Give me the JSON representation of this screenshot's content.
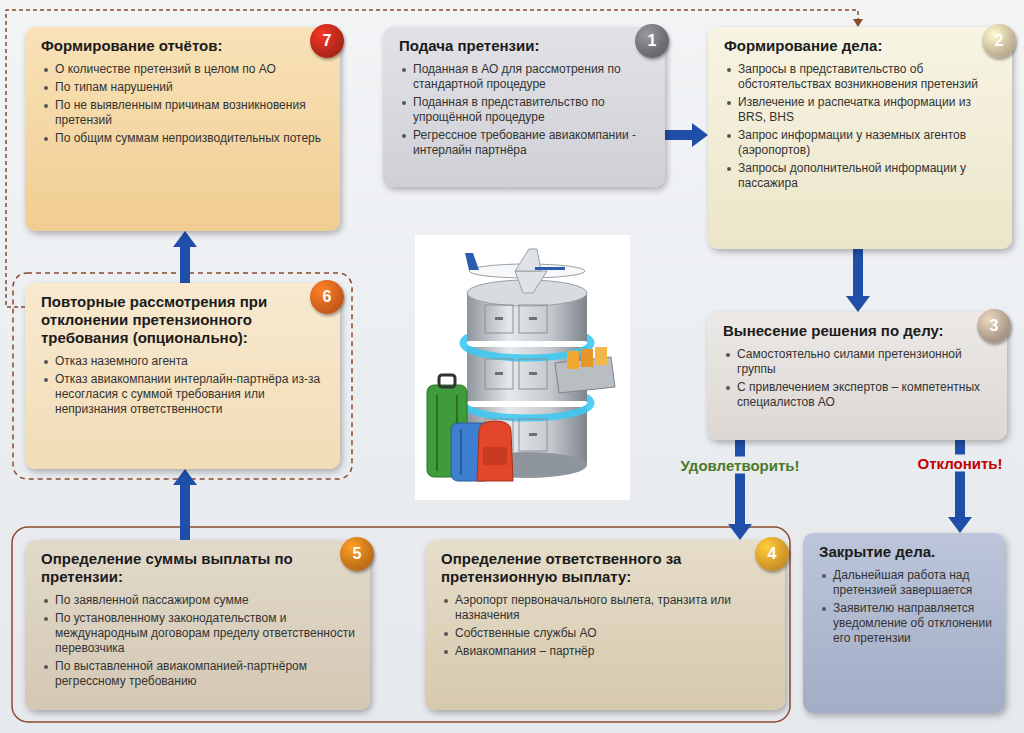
{
  "diagram": {
    "nodes": [
      {
        "text": [
          "1",
          "Подача претензии:",
          "Поданная в АО для рассмотрения по стандартной процедуре",
          "Поданная в представительство по упрощённой процедуре",
          "Регрессное требование авиакомпании - интерлайн партнёра"
        ]
      },
      {
        "text": [
          "2",
          "Формирование дела:",
          "Запросы в представительство об обстоятельствах возникновения претензий",
          "Извлечение и распечатка информации из BRS, BHS",
          "Запрос информации у наземных агентов (аэропортов)",
          "Запросы дополнительной информации у пассажира"
        ]
      },
      {
        "text": [
          "3",
          "Вынесение решения по делу:",
          "Самостоятельно силами претензионной группы",
          "С привлечением экспертов – компетентных специалистов АО"
        ]
      },
      {
        "text": [
          "4",
          "Определение ответственного за претензионную выплату:",
          "Аэропорт первоначального вылета, транзита или назначения",
          "Собственные службы АО",
          "Авиакомпания – партнёр"
        ]
      },
      {
        "text": [
          "5",
          "Определение суммы выплаты по претензии:",
          "По заявленной пассажиром сумме",
          "По установленному законодательством и международным договорам пределу ответственности перевозчика",
          "По выставленной авиакомпанией-партнёром регрессному требованию"
        ]
      },
      {
        "text": [
          "6",
          "Повторные рассмотрения при отклонении претензионного требования (опционально):",
          "Отказ наземного агента",
          "Отказ авиакомпании интерлайн-партнёра из-за несогласия с суммой требования или непризнания ответственности"
        ]
      },
      {
        "text": [
          "7",
          "Формирование отчётов:",
          "О количестве претензий в целом по АО",
          "По типам нарушений",
          "По не выявленным причинам возникновения претензий",
          "По общим суммам непроизводительных потерь"
        ]
      },
      {
        "text": [
          "Закрытие дела.",
          "Дальнейшая работа над претензией завершается",
          "Заявителю направляется уведомление об отклонении его претензии"
        ]
      }
    ],
    "edges": [
      {
        "from": 0,
        "to": 1,
        "arrow": "to"
      },
      {
        "from": 1,
        "to": 2,
        "arrow": "to"
      },
      {
        "from": 2,
        "to": 3,
        "label": "Удовлетворить!",
        "arrow": "to"
      },
      {
        "from": 2,
        "to": 7,
        "label": "Отклонить!",
        "arrow": "to"
      },
      {
        "from": 4,
        "to": 5,
        "arrow": "to"
      },
      {
        "from": 5,
        "to": 6,
        "arrow": "to"
      },
      {
        "from": 5,
        "to": 1,
        "arrow": "to"
      }
    ]
  }
}
